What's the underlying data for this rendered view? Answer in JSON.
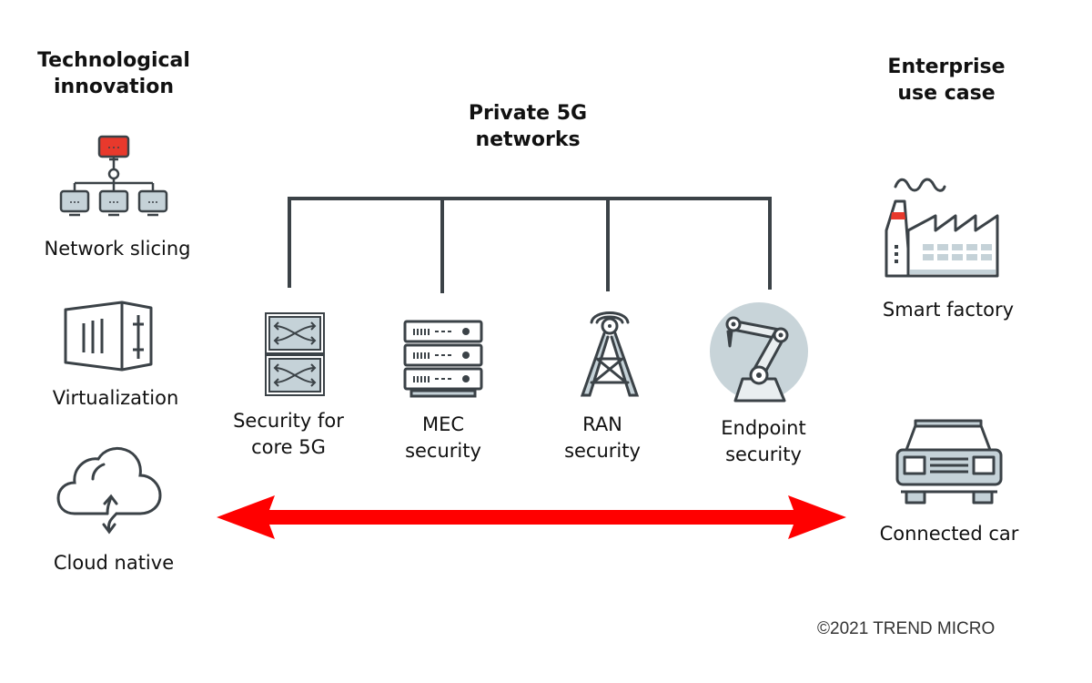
{
  "diagram": {
    "left_column": {
      "heading": "Technological\ninnovation",
      "heading_line1": "Technological",
      "heading_line2": "innovation",
      "items": [
        {
          "label": "Network slicing",
          "icon": "network-slicing-icon"
        },
        {
          "label": "Virtualization",
          "icon": "container-icon"
        },
        {
          "label": "Cloud native",
          "icon": "cloud-icon"
        }
      ]
    },
    "center": {
      "heading_line1": "Private 5G",
      "heading_line2": "networks",
      "items": [
        {
          "label_line1": "Security for",
          "label_line2": "core 5G",
          "icon": "switch-icon"
        },
        {
          "label_line1": "MEC",
          "label_line2": "security",
          "icon": "server-rack-icon"
        },
        {
          "label_line1": "RAN",
          "label_line2": "security",
          "icon": "cell-tower-icon"
        },
        {
          "label_line1": "Endpoint",
          "label_line2": "security",
          "icon": "robot-arm-icon"
        }
      ]
    },
    "right_column": {
      "heading_line1": "Enterprise",
      "heading_line2": "use case",
      "items": [
        {
          "label": "Smart factory",
          "icon": "factory-icon"
        },
        {
          "label": "Connected car",
          "icon": "car-icon"
        }
      ]
    },
    "arrow": {
      "type": "double-headed",
      "color": "#ff0000"
    },
    "colors": {
      "stroke": "#3b4247",
      "fill_gray": "#c5d2d8",
      "accent_red": "#e8392c"
    },
    "copyright": "©2021 TREND MICRO"
  }
}
